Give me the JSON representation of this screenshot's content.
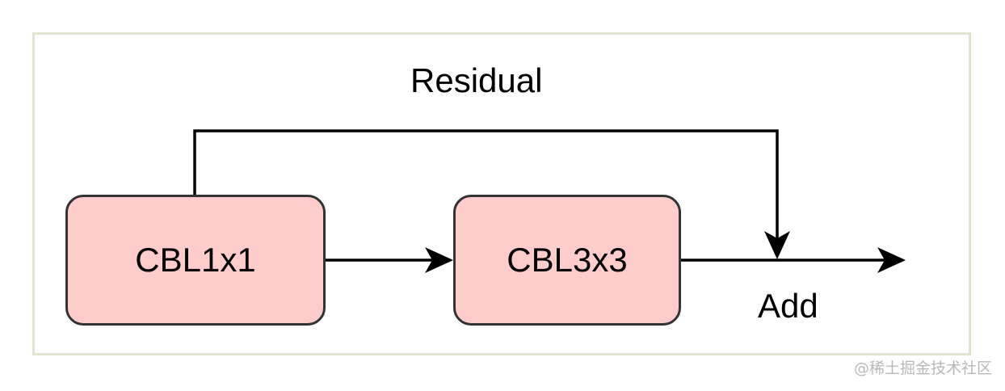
{
  "diagram": {
    "nodes": [
      {
        "id": "cbl1",
        "label": "CBL1x1",
        "fill": "#ffcccc",
        "stroke": "#333333"
      },
      {
        "id": "cbl3",
        "label": "CBL3x3",
        "fill": "#ffcccc",
        "stroke": "#333333"
      }
    ],
    "labels": {
      "residual": "Residual",
      "add": "Add"
    },
    "edges": [
      {
        "from": "cbl1",
        "to": "cbl3"
      },
      {
        "from": "cbl1",
        "to": "add",
        "type": "residual-skip"
      },
      {
        "from": "cbl3",
        "to": "output",
        "via": "add"
      }
    ],
    "frame_border_color": "#dfe6cf",
    "edge_color": "#000000"
  },
  "watermark": "@稀土掘金技术社区"
}
